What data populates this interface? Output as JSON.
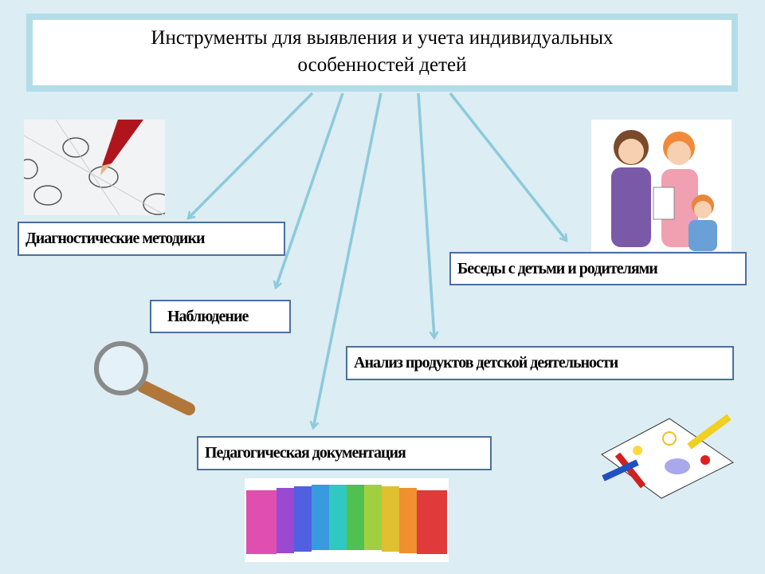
{
  "title": {
    "line1": "Инструменты для выявления и учета индивидуальных",
    "line2": "особенностей детей"
  },
  "tools": [
    {
      "label": "Диагностические методики"
    },
    {
      "label": "Наблюдение"
    },
    {
      "label": "Педагогическая документация"
    },
    {
      "label": "Анализ продуктов детской деятельности"
    },
    {
      "label": "Беседы с детьми и родителями"
    }
  ],
  "colors": {
    "background": "#dcedf3",
    "arrow": "#8ccadc",
    "box_border": "#4a6fa0",
    "title_border": "#b3dde8"
  }
}
